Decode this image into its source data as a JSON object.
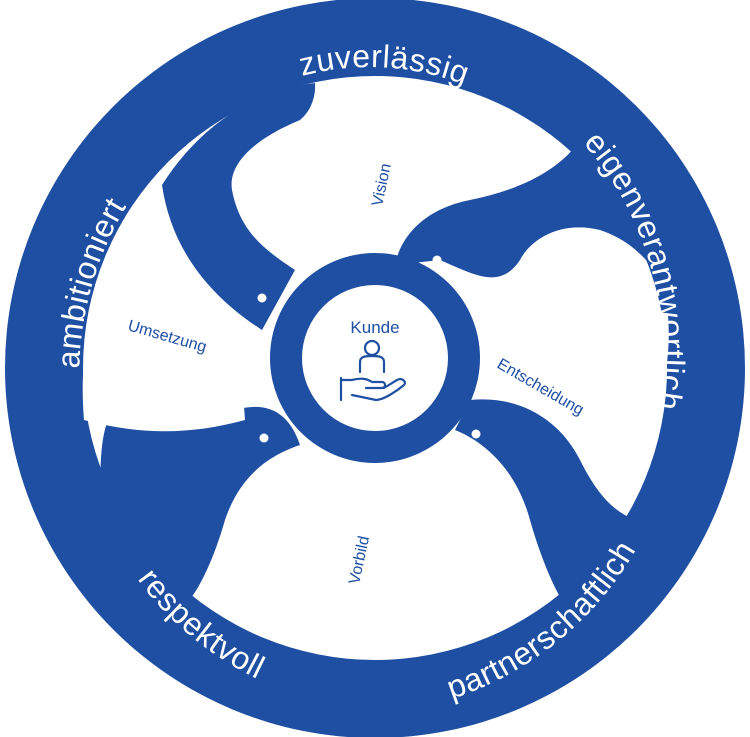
{
  "colors": {
    "primary": "#1e4fa3",
    "background": "#ffffff"
  },
  "ring_values": {
    "top": "zuverlässig",
    "right": "eigenverantwortlich",
    "bottom_right": "partnerschaftlich",
    "bottom_left": "respektvoll",
    "left": "ambitioniert"
  },
  "blades": {
    "vision": "Vision",
    "entscheidung": "Entscheidung",
    "vorbild": "Vorbild",
    "umsetzung": "Umsetzung"
  },
  "center": {
    "label": "Kunde",
    "icon": "person-on-hand-icon"
  }
}
